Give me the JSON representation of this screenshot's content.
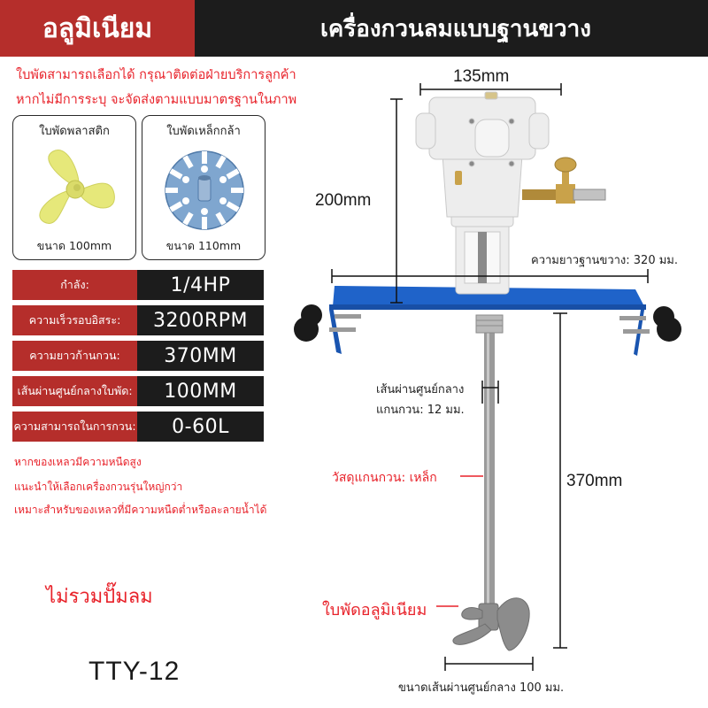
{
  "header": {
    "left_title": "อลูมิเนียม",
    "right_title": "เครื่องกวนลมแบบฐานขวาง",
    "colors": {
      "red": "#B52E2B",
      "dark": "#1C1C1C"
    }
  },
  "top_notes": [
    "ใบพัดสามารถเลือกได้ กรุณาติดต่อฝ่ายบริการลูกค้า",
    "หากไม่มีการระบุ จะจัดส่งตามแบบมาตรฐานในภาพ"
  ],
  "impeller_options": [
    {
      "title": "ใบพัดพลาสติก",
      "size": "ขนาด 100mm",
      "icon": "plastic-propeller-icon",
      "color": "#E6E87A"
    },
    {
      "title": "ใบพัดเหล็กกล้า",
      "size": "ขนาด 110mm",
      "icon": "steel-disc-impeller-icon",
      "color": "#6F9AC6"
    }
  ],
  "specs": [
    {
      "label": "กำลัง:",
      "value": "1/4HP"
    },
    {
      "label": "ความเร็วรอบอิสระ:",
      "value": "3200RPM"
    },
    {
      "label": "ความยาวก้านกวน:",
      "value": "370MM"
    },
    {
      "label": "เส้นผ่านศูนย์กลางใบพัด:",
      "value": "100MM"
    },
    {
      "label": "ความสามารถในการกวน:",
      "value": "0-60L"
    }
  ],
  "viscosity_notes": [
    "หากของเหลวมีความหนืดสูง",
    "แนะนำให้เลือกเครื่องกวนรุ่นใหญ่กว่า",
    "เหมาะสำหรับของเหลวที่มีความหนืดต่ำหรือละลายน้ำได้"
  ],
  "no_pump_note": "ไม่รวมปั๊มลม",
  "model": "TTY-12",
  "product_diagram": {
    "dim_width": "135mm",
    "dim_height": "200mm",
    "dim_shaft_length": "370mm",
    "base_length": "ความยาวฐานขวาง: 320 มม.",
    "shaft_diameter_line1": "เส้นผ่านศูนย์กลาง",
    "shaft_diameter_line2": "แกนกวน: 12 มม.",
    "shaft_material": "วัสดุแกนกวน: เหล็ก",
    "impeller_material": "ใบพัดอลูมิเนียม",
    "impeller_diameter": "ขนาดเส้นผ่านศูนย์กลาง 100 มม.",
    "colors": {
      "base": "#1F63C9",
      "motor": "#EDEDED",
      "shaft": "#9A9A9A",
      "brass": "#C9A24A",
      "knob": "#1a1a1a"
    }
  }
}
